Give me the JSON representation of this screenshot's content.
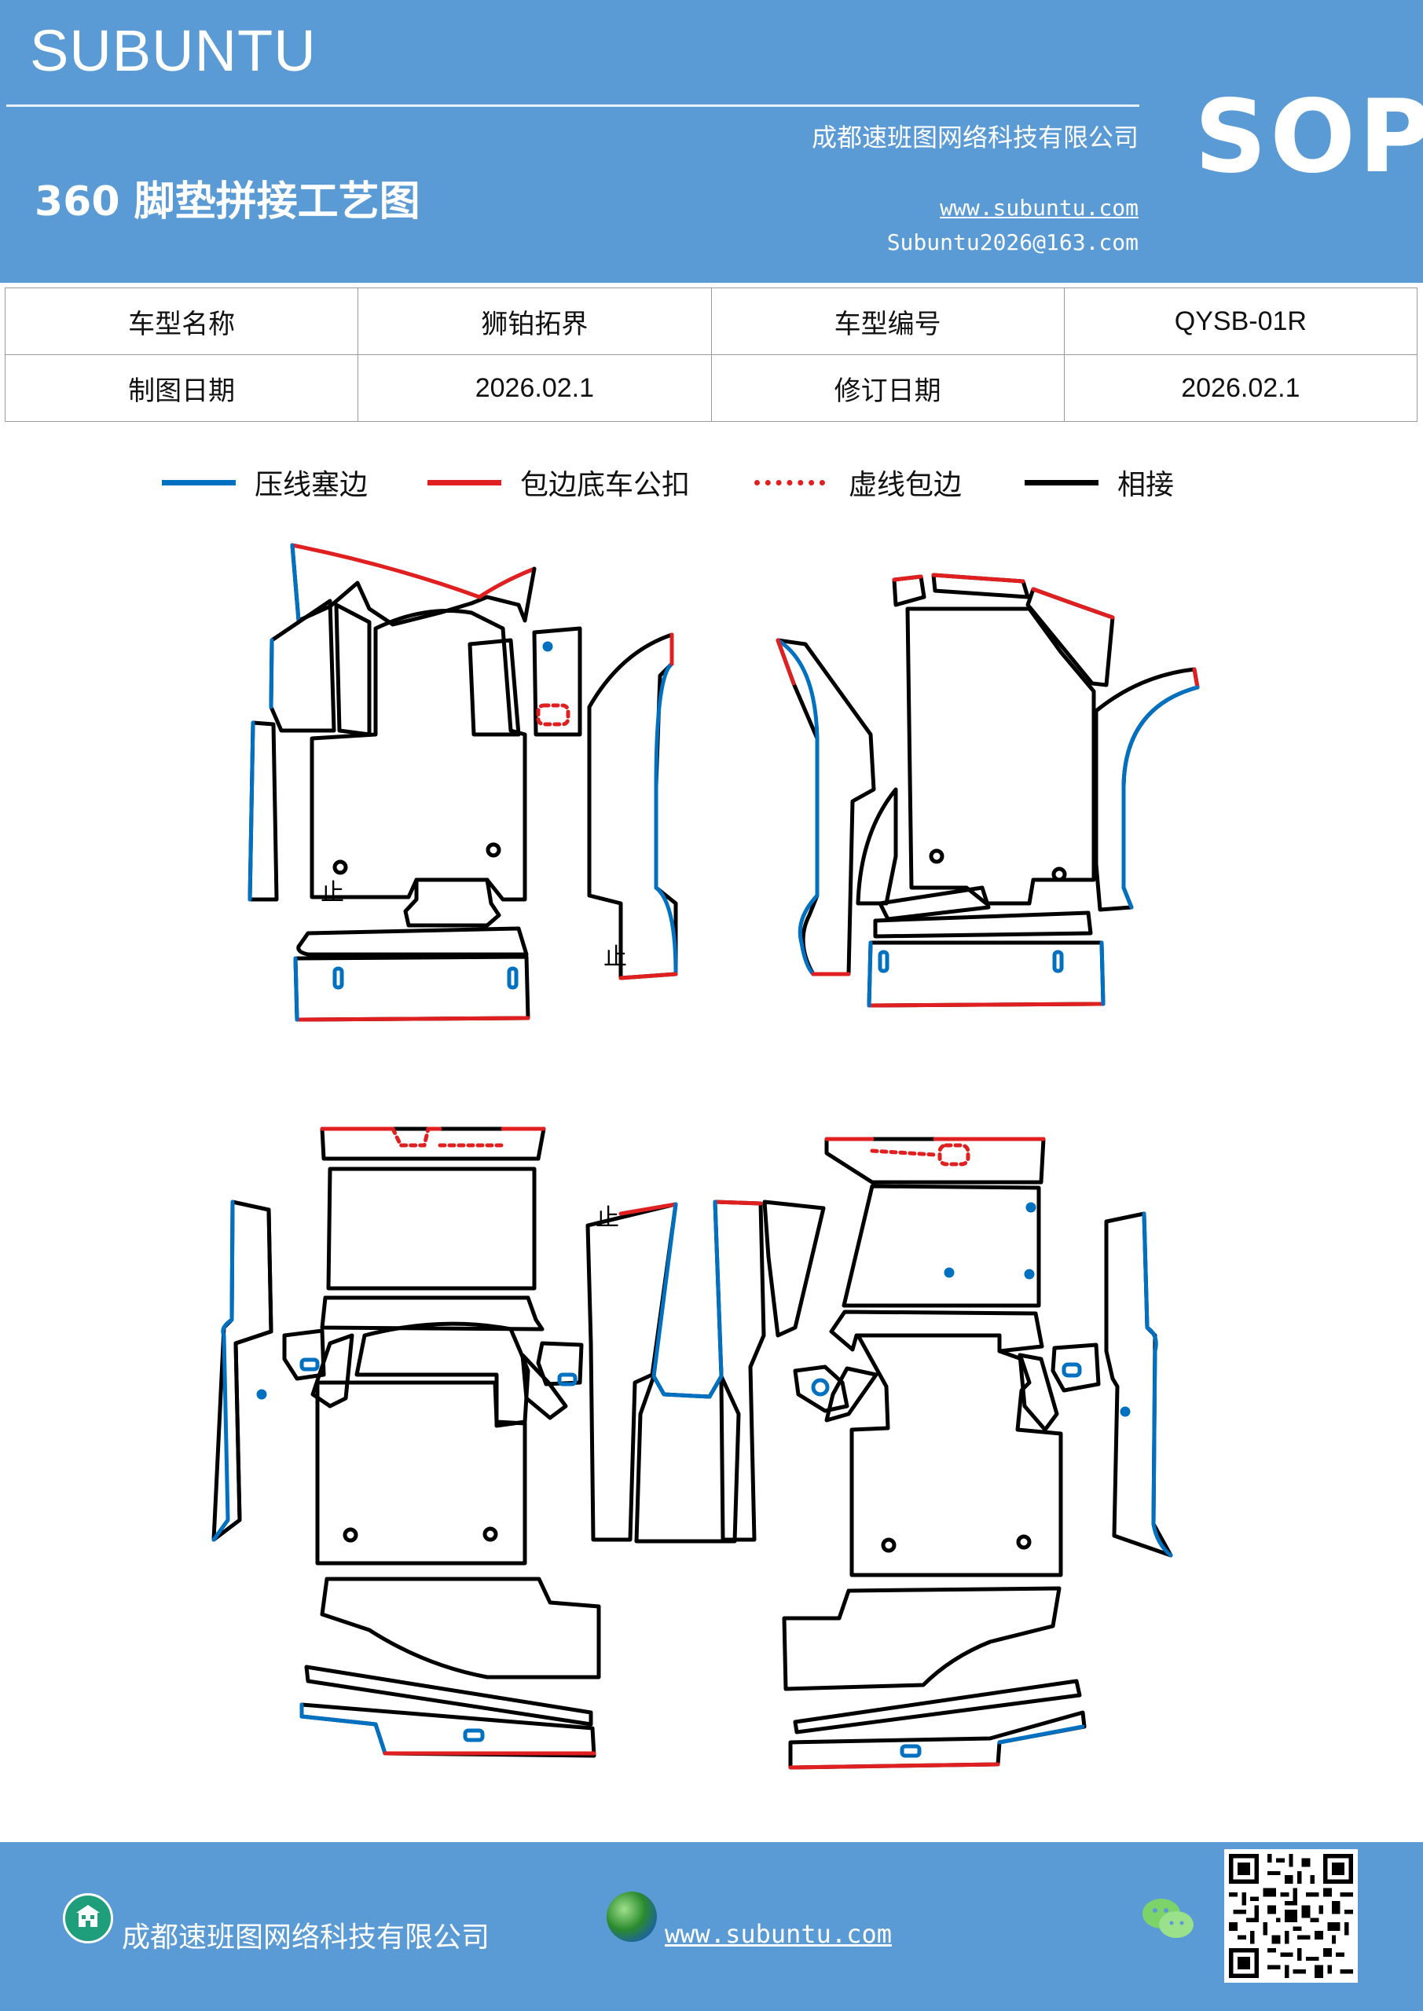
{
  "header": {
    "brand": "SUBUNTU",
    "company": "成都速班图网络科技有限公司",
    "title": "360 脚垫拼接工艺图",
    "url": "www.subuntu.com",
    "email": "Subuntu2026@163.com",
    "badge": "SOP",
    "bg_color": "#5b9bd5"
  },
  "info_table": {
    "rows": [
      [
        "车型名称",
        "狮铂拓界",
        "车型编号",
        "QYSB-01R"
      ],
      [
        "制图日期",
        "2026.02.1",
        "修订日期",
        "2026.02.1"
      ]
    ]
  },
  "legend": {
    "items": [
      {
        "label": "压线塞边",
        "color": "#0070c0",
        "style": "solid"
      },
      {
        "label": "包边底车公扣",
        "color": "#e02020",
        "style": "solid"
      },
      {
        "label": "虚线包边",
        "color": "#e02020",
        "style": "dotted"
      },
      {
        "label": "相接",
        "color": "#000000",
        "style": "solid"
      }
    ]
  },
  "diagram": {
    "marks": [
      "止",
      "止",
      "止"
    ]
  },
  "footer": {
    "company": "成都速班图网络科技有限公司",
    "url": "www.subuntu.com",
    "icons": [
      "building-icon",
      "globe-icon",
      "wechat-icon",
      "qr-code"
    ]
  }
}
